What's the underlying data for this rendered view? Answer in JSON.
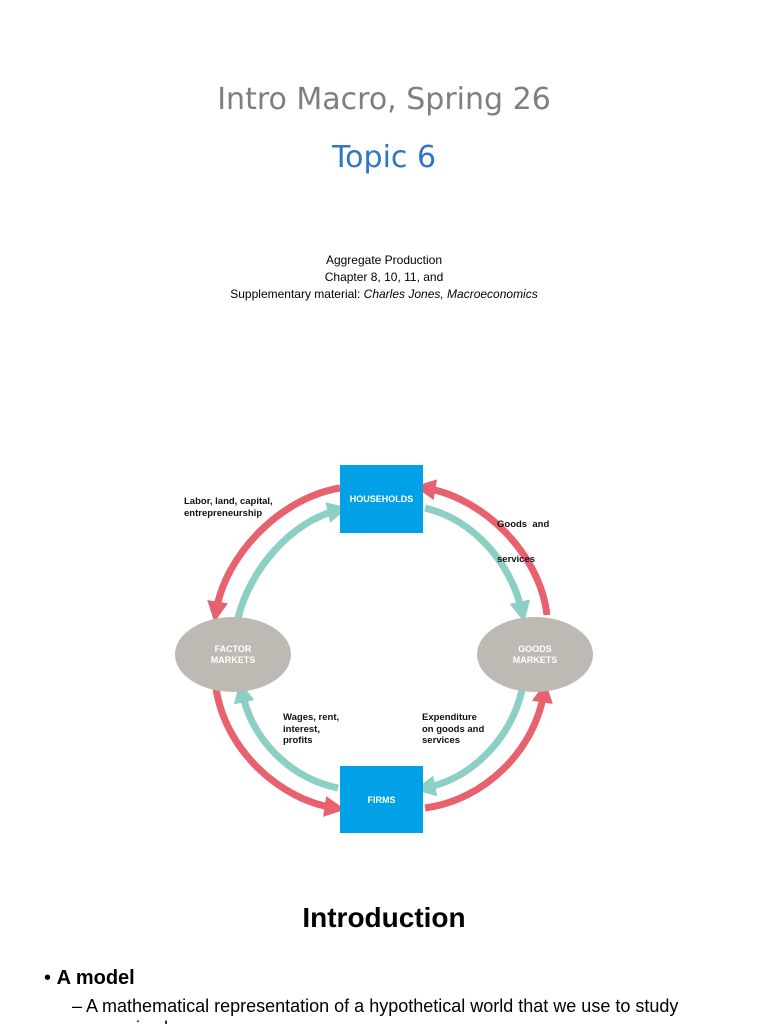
{
  "slide1": {
    "title": "Intro Macro, Spring 26",
    "subtitle": "Topic 6",
    "info_line1": "Aggregate Production",
    "info_line2": "Chapter 8, 10, 11, and",
    "info_line3_label": "Supplementary material:",
    "info_line3_value": "Charles Jones, Macroeconomics",
    "diagram": {
      "households": "HOUSEHOLDS",
      "firms": "FIRMS",
      "factor_markets_1": "FACTOR",
      "factor_markets_2": "MARKETS",
      "goods_markets_1": "GOODS",
      "goods_markets_2": "MARKETS",
      "label_topleft_1": "Labor, land, capital,",
      "label_topleft_2": "entrepreneurship",
      "label_topright_1": "Goods  and",
      "label_topright_2": "services",
      "label_botleft_1": "Wages, rent,",
      "label_botleft_2": "interest,",
      "label_botleft_3": "profits",
      "label_botright_1": "Expenditure",
      "label_botright_2": "on goods and",
      "label_botright_3": "services",
      "colors": {
        "outer_flow": "#e8616e",
        "inner_flow": "#8ccfc4",
        "box": "#00a1e6",
        "oval": "#bdbab4"
      }
    }
  },
  "slide2": {
    "title": "Introduction",
    "bullet_marker": "•",
    "bullet1": "A model",
    "sub_marker": "–",
    "sub1": "A mathematical representation of a hypothetical world that we use to study economic phenomena"
  }
}
